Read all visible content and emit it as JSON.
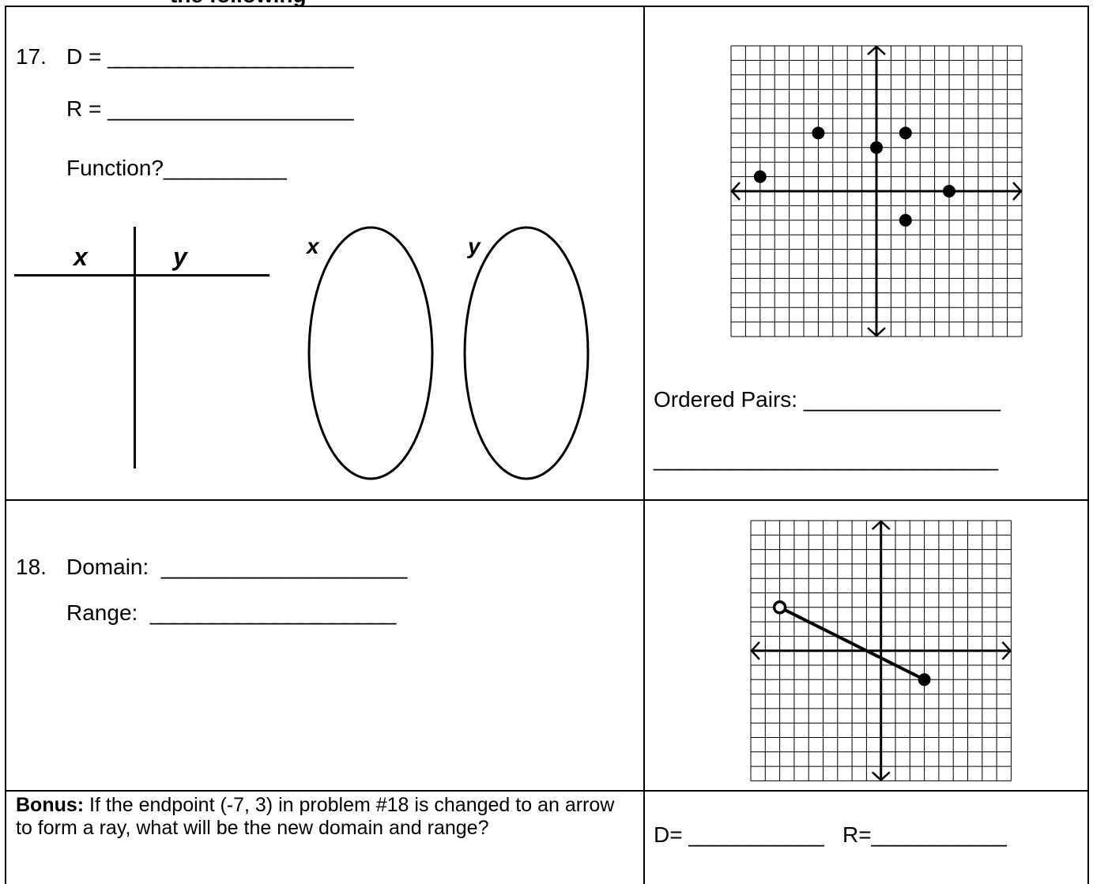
{
  "header": {
    "partial_title": "the following"
  },
  "problem17": {
    "number": "17.",
    "d_line": "D = ____________________",
    "r_line": "R = ____________________",
    "function_line": "Function?__________",
    "table_x": "x",
    "table_y": "y",
    "mapping_x": "x",
    "mapping_y": "y",
    "ordered_pairs_line": "Ordered Pairs: ________________",
    "ordered_pairs_line2": "____________________________",
    "points": [
      [
        -8,
        1
      ],
      [
        -4,
        4
      ],
      [
        0,
        3
      ],
      [
        2,
        4
      ],
      [
        5,
        0
      ],
      [
        2,
        -2
      ]
    ]
  },
  "problem18": {
    "number": "18.",
    "domain_line": "Domain:  ____________________",
    "range_line": "Range:  ____________________",
    "open_endpoint": [
      -7,
      3
    ],
    "closed_endpoint": [
      3,
      -2
    ]
  },
  "bonus": {
    "label": "Bonus:",
    "text": " If the endpoint (-7, 3) in problem #18 is changed to an arrow to form a ray, what will be the new domain and range?",
    "answer_line": "D= ___________   R=___________"
  }
}
